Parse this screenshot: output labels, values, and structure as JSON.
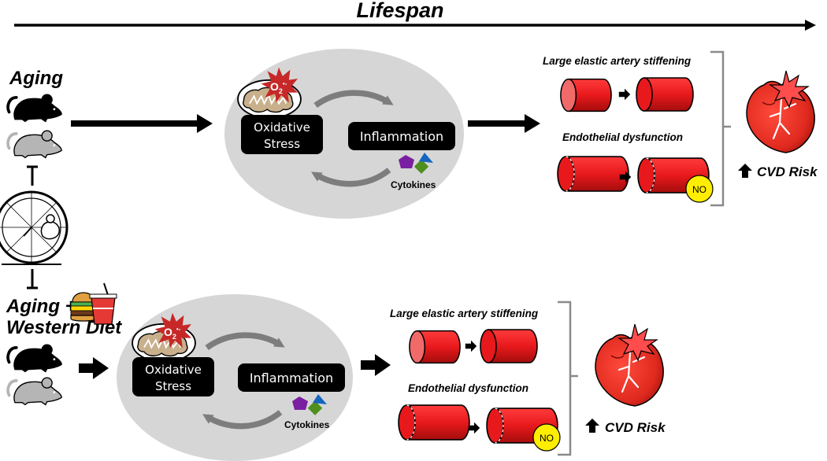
{
  "timeline": {
    "title": "Lifespan"
  },
  "top_panel": {
    "condition_label": "Aging",
    "cycle": {
      "superoxide": "O",
      "superoxide_charge": "2",
      "superoxide_sup": "•-",
      "stress_line1": "Oxidative",
      "stress_line2": "Stress",
      "inflammation": "Inflammation",
      "cytokines": "Cytokines"
    },
    "outcomes": {
      "stiffening": "Large elastic artery stiffening",
      "endothelial": "Endothelial dysfunction",
      "no_label": "NO",
      "risk": "CVD Risk"
    }
  },
  "bottom_panel": {
    "condition_line1": "Aging +",
    "condition_line2": "Western Diet",
    "cycle": {
      "superoxide": "O",
      "superoxide_charge": "2",
      "superoxide_sup": "•-",
      "stress_line1": "Oxidative",
      "stress_line2": "Stress",
      "inflammation": "Inflammation",
      "cytokines": "Cytokines"
    },
    "outcomes": {
      "stiffening": "Large elastic artery stiffening",
      "endothelial": "Endothelial dysfunction",
      "no_label": "NO",
      "risk": "CVD Risk"
    }
  },
  "colors": {
    "artery_red": "#e8191c",
    "artery_dark": "#9b0a0a",
    "artery_light": "#f06a6a",
    "ellipse_gray": "#d6d6d6",
    "box_black": "#000000",
    "mouse_black": "#000000",
    "mouse_gray": "#b5b5b5",
    "mito_tan": "#c9b08c",
    "star_red": "#c62828",
    "no_yellow": "#ffee00",
    "cytokine_purple": "#7b1fa2",
    "cytokine_green": "#4e8f1f",
    "cytokine_blue": "#1565c0",
    "bracket_gray": "#8a8a8a"
  },
  "icons": [
    "black-mouse-icon",
    "gray-mouse-icon",
    "running-wheel-icon",
    "burger-icon",
    "soda-cup-icon",
    "mitochondrion-icon",
    "superoxide-star-icon",
    "cycle-arrow-icon",
    "artery-icon",
    "heart-icon",
    "up-arrow-icon",
    "inhibition-bar-icon"
  ]
}
